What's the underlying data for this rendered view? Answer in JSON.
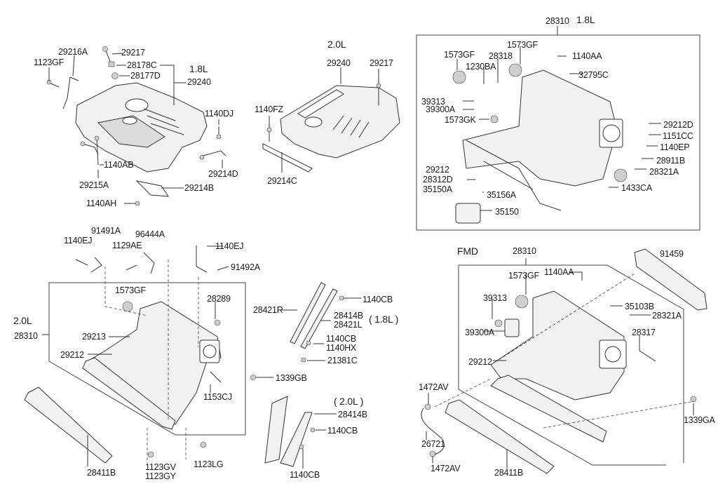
{
  "title": "Intake & Exhaust Manifold / Engine Cover Parts Diagram",
  "sections": [
    {
      "id": "engine-cover-18l",
      "variant": "1.8L",
      "callouts": [
        {
          "id": "29216A",
          "text": "29216A"
        },
        {
          "id": "1123GF",
          "text": "1123GF"
        },
        {
          "id": "29217a",
          "text": "29217"
        },
        {
          "id": "28178C",
          "text": "28178C"
        },
        {
          "id": "28177D",
          "text": "28177D"
        },
        {
          "id": "18La",
          "text": "1.8L"
        },
        {
          "id": "29240a",
          "text": "29240"
        },
        {
          "id": "1140DJ",
          "text": "1140DJ"
        },
        {
          "id": "1140AB",
          "text": "1140AB"
        },
        {
          "id": "29214D",
          "text": "29214D"
        },
        {
          "id": "29215A",
          "text": "29215A"
        },
        {
          "id": "29214B",
          "text": "29214B"
        },
        {
          "id": "1140AH",
          "text": "1140AH"
        }
      ]
    },
    {
      "id": "engine-cover-20l",
      "variant": "2.0L",
      "callouts": [
        {
          "id": "20La",
          "text": "2.0L"
        },
        {
          "id": "29240b",
          "text": "29240"
        },
        {
          "id": "29217b",
          "text": "29217"
        },
        {
          "id": "1140FZ",
          "text": "1140FZ"
        },
        {
          "id": "29214C",
          "text": "29214C"
        }
      ]
    },
    {
      "id": "intake-manifold-18l",
      "variant": "1.8L",
      "callouts": [
        {
          "id": "28310a",
          "text": "28310"
        },
        {
          "id": "18Lb",
          "text": "1.8L"
        },
        {
          "id": "1573GFa",
          "text": "1573GF"
        },
        {
          "id": "1573GFb",
          "text": "1573GF"
        },
        {
          "id": "28318",
          "text": "28318"
        },
        {
          "id": "1230BA",
          "text": "1230BA"
        },
        {
          "id": "1140AA",
          "text": "1140AA"
        },
        {
          "id": "32795C",
          "text": "32795C"
        },
        {
          "id": "39313a",
          "text": "39313"
        },
        {
          "id": "39300Aa",
          "text": "39300A"
        },
        {
          "id": "1573GK",
          "text": "1573GK"
        },
        {
          "id": "29212D",
          "text": "29212D"
        },
        {
          "id": "1151CC",
          "text": "1151CC"
        },
        {
          "id": "1140EP",
          "text": "1140EP"
        },
        {
          "id": "28911B",
          "text": "28911B"
        },
        {
          "id": "28321Aa",
          "text": "28321A"
        },
        {
          "id": "1433CA",
          "text": "1433CA"
        },
        {
          "id": "29212a",
          "text": "29212"
        },
        {
          "id": "28312D",
          "text": "28312D"
        },
        {
          "id": "35150A",
          "text": "35150A"
        },
        {
          "id": "35156A",
          "text": "35156A"
        },
        {
          "id": "35150",
          "text": "35150"
        }
      ]
    },
    {
      "id": "intake-manifold-20l",
      "variant": "2.0L",
      "callouts": [
        {
          "id": "91491A",
          "text": "91491A"
        },
        {
          "id": "96444A",
          "text": "96444A"
        },
        {
          "id": "1140EJa",
          "text": "1140EJ"
        },
        {
          "id": "1129AE",
          "text": "1129AE"
        },
        {
          "id": "1140EJb",
          "text": "1140EJ"
        },
        {
          "id": "91492A",
          "text": "91492A"
        },
        {
          "id": "1573GFc",
          "text": "1573GF"
        },
        {
          "id": "28289",
          "text": "28289"
        },
        {
          "id": "20Lb",
          "text": "2.0L"
        },
        {
          "id": "28310b",
          "text": "28310"
        },
        {
          "id": "29213",
          "text": "29213"
        },
        {
          "id": "29212b",
          "text": "29212"
        },
        {
          "id": "1153CJ",
          "text": "1153CJ"
        },
        {
          "id": "28411Ba",
          "text": "28411B"
        },
        {
          "id": "1123GV",
          "text": "1123GV\n1123GY"
        },
        {
          "id": "1123LG",
          "text": "1123LG"
        }
      ]
    },
    {
      "id": "manifold-stay",
      "callouts": [
        {
          "id": "28421R",
          "text": "28421R"
        },
        {
          "id": "1140CBa",
          "text": "1140CB"
        },
        {
          "id": "28414Ba",
          "text": "28414B\n28421L"
        },
        {
          "id": "18Lc",
          "text": "( 1.8L )"
        },
        {
          "id": "1140CBb",
          "text": "1140CB"
        },
        {
          "id": "1140HXa",
          "text": "1140HX"
        },
        {
          "id": "21381C",
          "text": "21381C"
        },
        {
          "id": "1339GB",
          "text": "1339GB"
        },
        {
          "id": "20Lc",
          "text": "( 2.0L )"
        },
        {
          "id": "28414Bb",
          "text": "28414B"
        },
        {
          "id": "1140CBc",
          "text": "1140CB"
        },
        {
          "id": "1140CBd",
          "text": "1140CB"
        }
      ]
    },
    {
      "id": "intake-manifold-fmd",
      "variant": "FMD",
      "callouts": [
        {
          "id": "FMD",
          "text": "FMD"
        },
        {
          "id": "28310c",
          "text": "28310"
        },
        {
          "id": "91459",
          "text": "91459"
        },
        {
          "id": "1573GFd",
          "text": "1573GF"
        },
        {
          "id": "1140AAb",
          "text": "1140AA"
        },
        {
          "id": "39313b",
          "text": "39313"
        },
        {
          "id": "35103B",
          "text": "35103B"
        },
        {
          "id": "28321Ab",
          "text": "28321A"
        },
        {
          "id": "39300Ab",
          "text": "39300A"
        },
        {
          "id": "28317",
          "text": "28317"
        },
        {
          "id": "29212c",
          "text": "29212"
        },
        {
          "id": "1472AVa",
          "text": "1472AV"
        },
        {
          "id": "1339GA",
          "text": "1339GA"
        },
        {
          "id": "26721",
          "text": "26721"
        },
        {
          "id": "1472AVb",
          "text": "1472AV"
        },
        {
          "id": "28411Bb",
          "text": "28411B"
        }
      ]
    }
  ]
}
